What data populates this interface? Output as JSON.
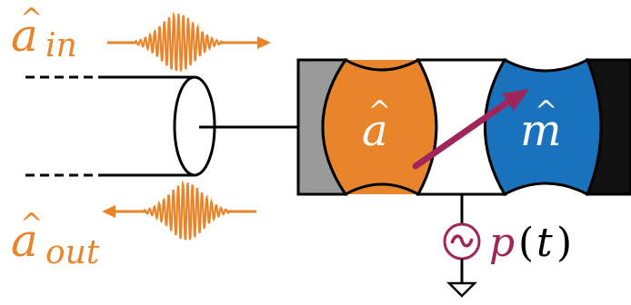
{
  "labels": {
    "a_in": {
      "symbol": "a",
      "subscript": "in"
    },
    "a_out": {
      "symbol": "a",
      "subscript": "out"
    },
    "cavity_mode": "a",
    "magnon_mode": "m",
    "drive_symbol": "~",
    "drive_function": "p",
    "drive_argument": "t",
    "hat": "^"
  },
  "colors": {
    "photon": "#e8852b",
    "magnon": "#1a72bd",
    "drive": "#a02558",
    "mirror_left": "#9a9a9a",
    "mirror_right": "#111111",
    "line": "#000000"
  },
  "icons": [
    "wavepacket-in",
    "wavepacket-out",
    "coax-cable",
    "ac-source-icon",
    "ground-icon"
  ]
}
